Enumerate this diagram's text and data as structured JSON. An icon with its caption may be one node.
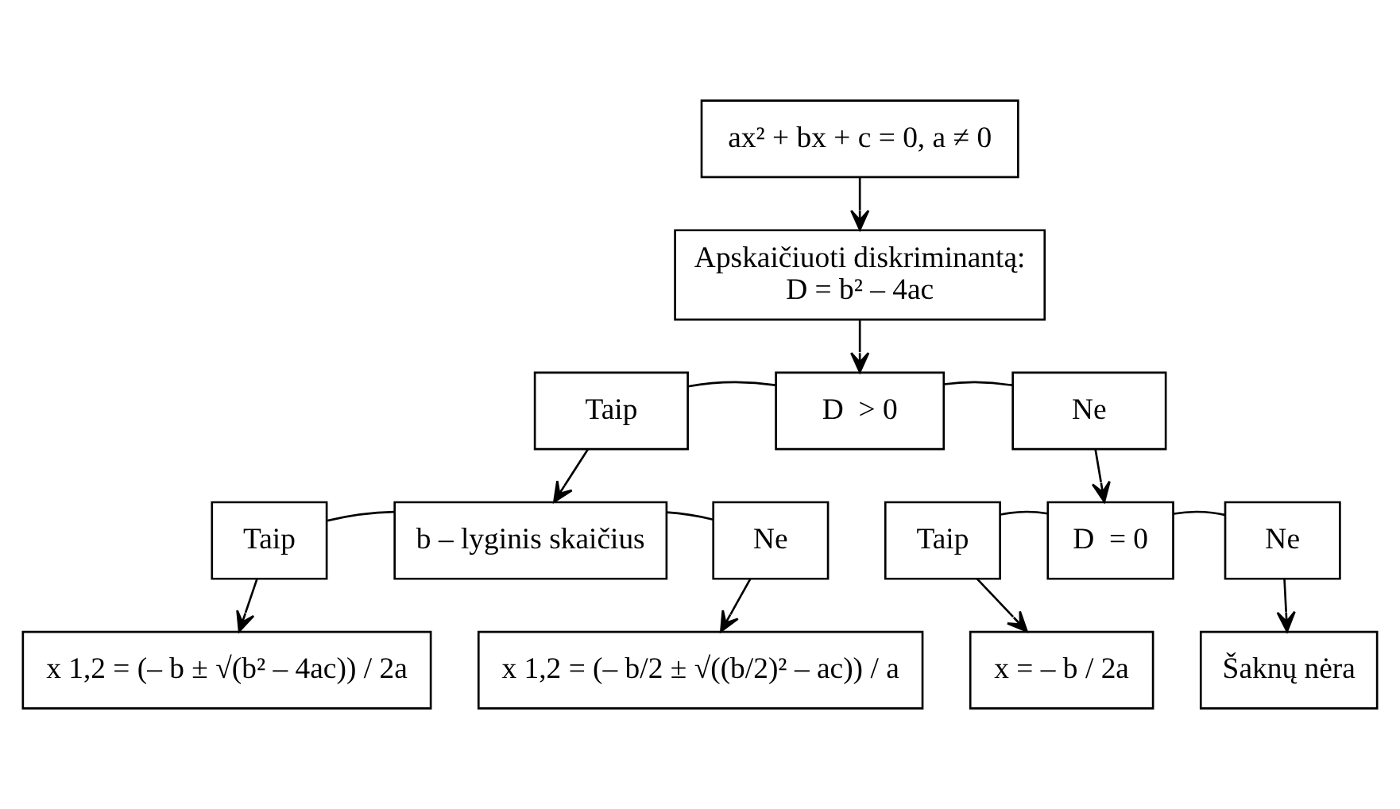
{
  "diagram": {
    "nodes": [
      {
        "text": [
          "ax² + bx + c = 0, a ≠ 0"
        ]
      },
      {
        "text": [
          "Apskaičiuoti diskriminantą:",
          "D = b² – 4ac"
        ]
      },
      {
        "text": [
          "D  > 0"
        ]
      },
      {
        "text": [
          "Taip"
        ]
      },
      {
        "text": [
          "Ne"
        ]
      },
      {
        "text": [
          "b – lyginis skaičius"
        ]
      },
      {
        "text": [
          "Taip"
        ]
      },
      {
        "text": [
          "Ne"
        ]
      },
      {
        "text": [
          "D  = 0"
        ]
      },
      {
        "text": [
          "Taip"
        ]
      },
      {
        "text": [
          "Ne"
        ]
      },
      {
        "text": [
          "x 1,2 = (– b ± √(b² – 4ac)) / 2a"
        ]
      },
      {
        "text": [
          "x 1,2 = (– b/2 ± √((b/2)² – ac)) / a"
        ]
      },
      {
        "text": [
          "x = – b / 2a"
        ]
      },
      {
        "text": [
          "Šaknų nėra"
        ]
      }
    ],
    "edges": [
      {
        "from": 0,
        "to": 1,
        "arrow": "to"
      },
      {
        "from": 1,
        "to": 2,
        "arrow": "to"
      },
      {
        "from": 2,
        "to": 3,
        "arrow": "none"
      },
      {
        "from": 2,
        "to": 4,
        "arrow": "none"
      },
      {
        "from": 3,
        "to": 5,
        "arrow": "to"
      },
      {
        "from": 4,
        "to": 8,
        "arrow": "to"
      },
      {
        "from": 5,
        "to": 6,
        "arrow": "none"
      },
      {
        "from": 5,
        "to": 7,
        "arrow": "none"
      },
      {
        "from": 6,
        "to": 11,
        "arrow": "to"
      },
      {
        "from": 7,
        "to": 12,
        "arrow": "to"
      },
      {
        "from": 8,
        "to": 9,
        "arrow": "none"
      },
      {
        "from": 8,
        "to": 10,
        "arrow": "none"
      },
      {
        "from": 9,
        "to": 13,
        "arrow": "to"
      },
      {
        "from": 10,
        "to": 14,
        "arrow": "to"
      }
    ]
  }
}
